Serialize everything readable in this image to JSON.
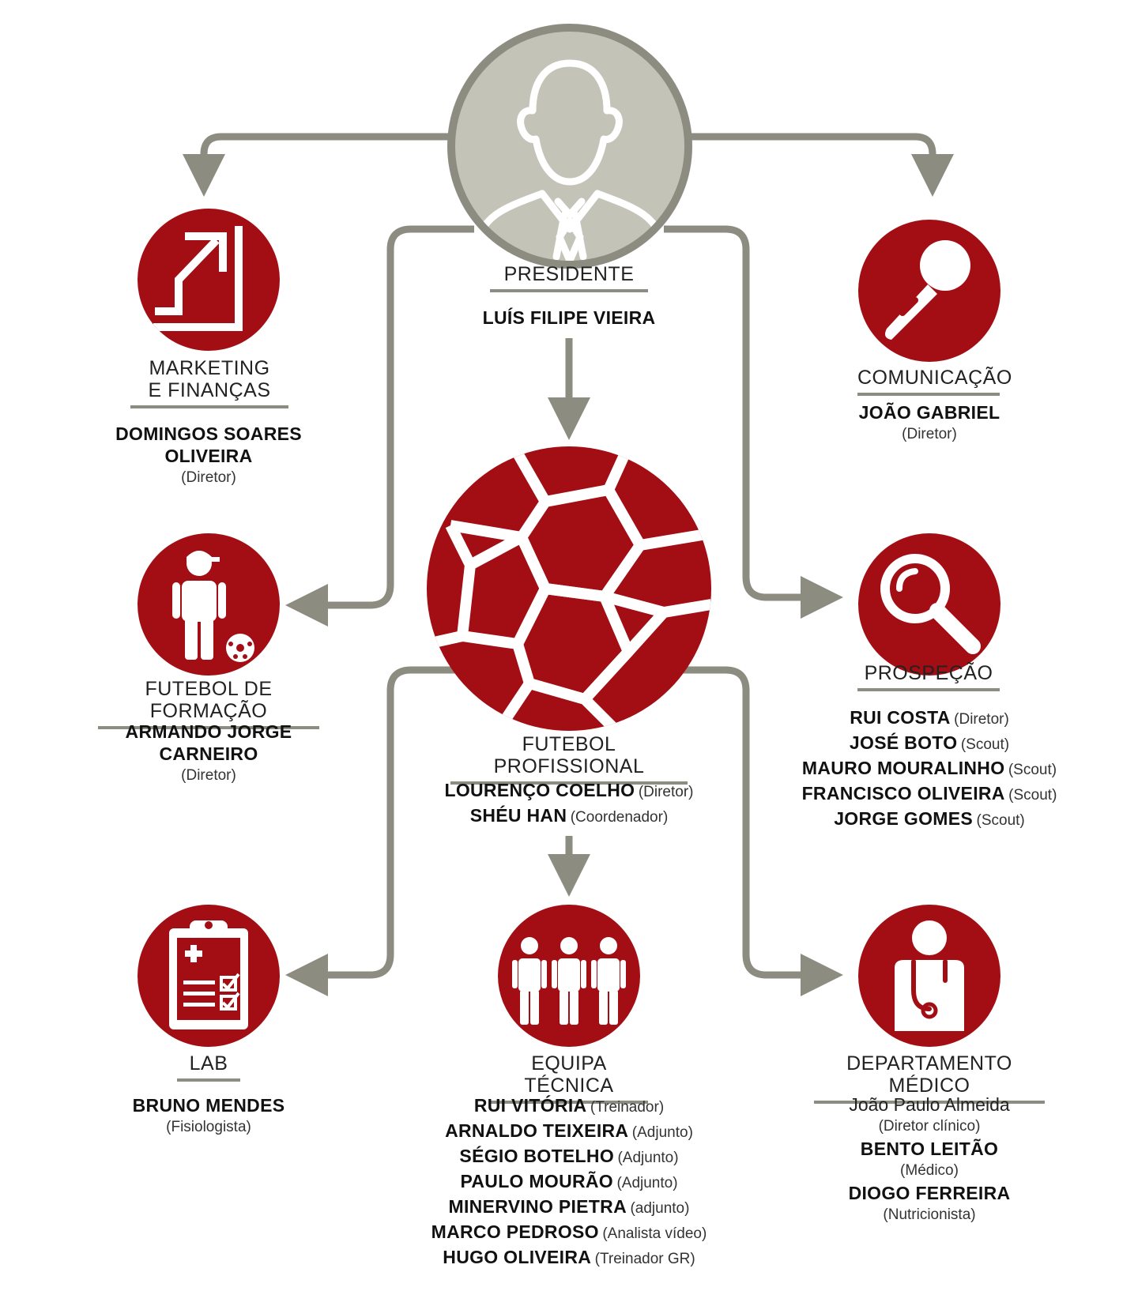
{
  "colors": {
    "red": "#a30d14",
    "gray_line": "#8c8c80",
    "avatar_fill": "#c4c3b8",
    "avatar_ring": "#8c8c80"
  },
  "president": {
    "icon": "person-silhouette-icon",
    "label": "PRESIDENTE",
    "name": "LUÍS FILIPE VIEIRA"
  },
  "marketing": {
    "icon": "growth-chart-icon",
    "label_line1": "MARKETING",
    "label_line2": "E FINANÇAS",
    "name_line1": "DOMINGOS SOARES",
    "name_line2": "OLIVEIRA",
    "role": "(Diretor)"
  },
  "comunicacao": {
    "icon": "microphone-icon",
    "label": "COMUNICAÇÃO",
    "name": "JOÃO GABRIEL",
    "role": "(Diretor)"
  },
  "formacao": {
    "icon": "youth-player-icon",
    "label": "FUTEBOL DE FORMAÇÃO",
    "name_line1": "ARMANDO JORGE",
    "name_line2": "CARNEIRO",
    "role": "(Diretor)"
  },
  "profissional": {
    "icon": "soccer-ball-icon",
    "label": "FUTEBOL PROFISSIONAL",
    "people": [
      {
        "name": "LOURENÇO COELHO",
        "role": "(Diretor)"
      },
      {
        "name": "SHÉU HAN",
        "role": "(Coordenador)"
      }
    ]
  },
  "prospecao": {
    "icon": "magnifier-icon",
    "label": "PROSPEÇÃO",
    "people": [
      {
        "name": "RUI COSTA",
        "role": "(Diretor)"
      },
      {
        "name": "JOSÉ BOTO",
        "role": "(Scout)"
      },
      {
        "name": "MAURO MOURALINHO",
        "role": "(Scout)"
      },
      {
        "name": "FRANCISCO OLIVEIRA",
        "role": "(Scout)"
      },
      {
        "name": "JORGE GOMES",
        "role": "(Scout)"
      }
    ]
  },
  "lab": {
    "icon": "clipboard-icon",
    "label": "LAB",
    "name": "BRUNO MENDES",
    "role": "(Fisiologista)"
  },
  "equipa": {
    "icon": "team-icon",
    "label": "EQUIPA TÉCNICA",
    "people": [
      {
        "name": "RUI VITÓRIA",
        "role": "(Treinador)"
      },
      {
        "name": "ARNALDO TEIXEIRA",
        "role": "(Adjunto)"
      },
      {
        "name": "SÉGIO BOTELHO",
        "role": "(Adjunto)"
      },
      {
        "name": "PAULO MOURÃO",
        "role": "(Adjunto)"
      },
      {
        "name": "MINERVINO PIETRA",
        "role": "(adjunto)"
      },
      {
        "name": "MARCO PEDROSO",
        "role": "(Analista vídeo)"
      },
      {
        "name": "HUGO OLIVEIRA",
        "role": "(Treinador GR)"
      }
    ]
  },
  "medico": {
    "icon": "doctor-icon",
    "label": "DEPARTAMENTO MÉDICO",
    "people": [
      {
        "name": "João Paulo Almeida",
        "role": "(Diretor clínico)"
      },
      {
        "name": "BENTO LEITÃO",
        "role": "(Médico)"
      },
      {
        "name": "DIOGO FERREIRA",
        "role": "(Nutricionista)"
      }
    ]
  }
}
